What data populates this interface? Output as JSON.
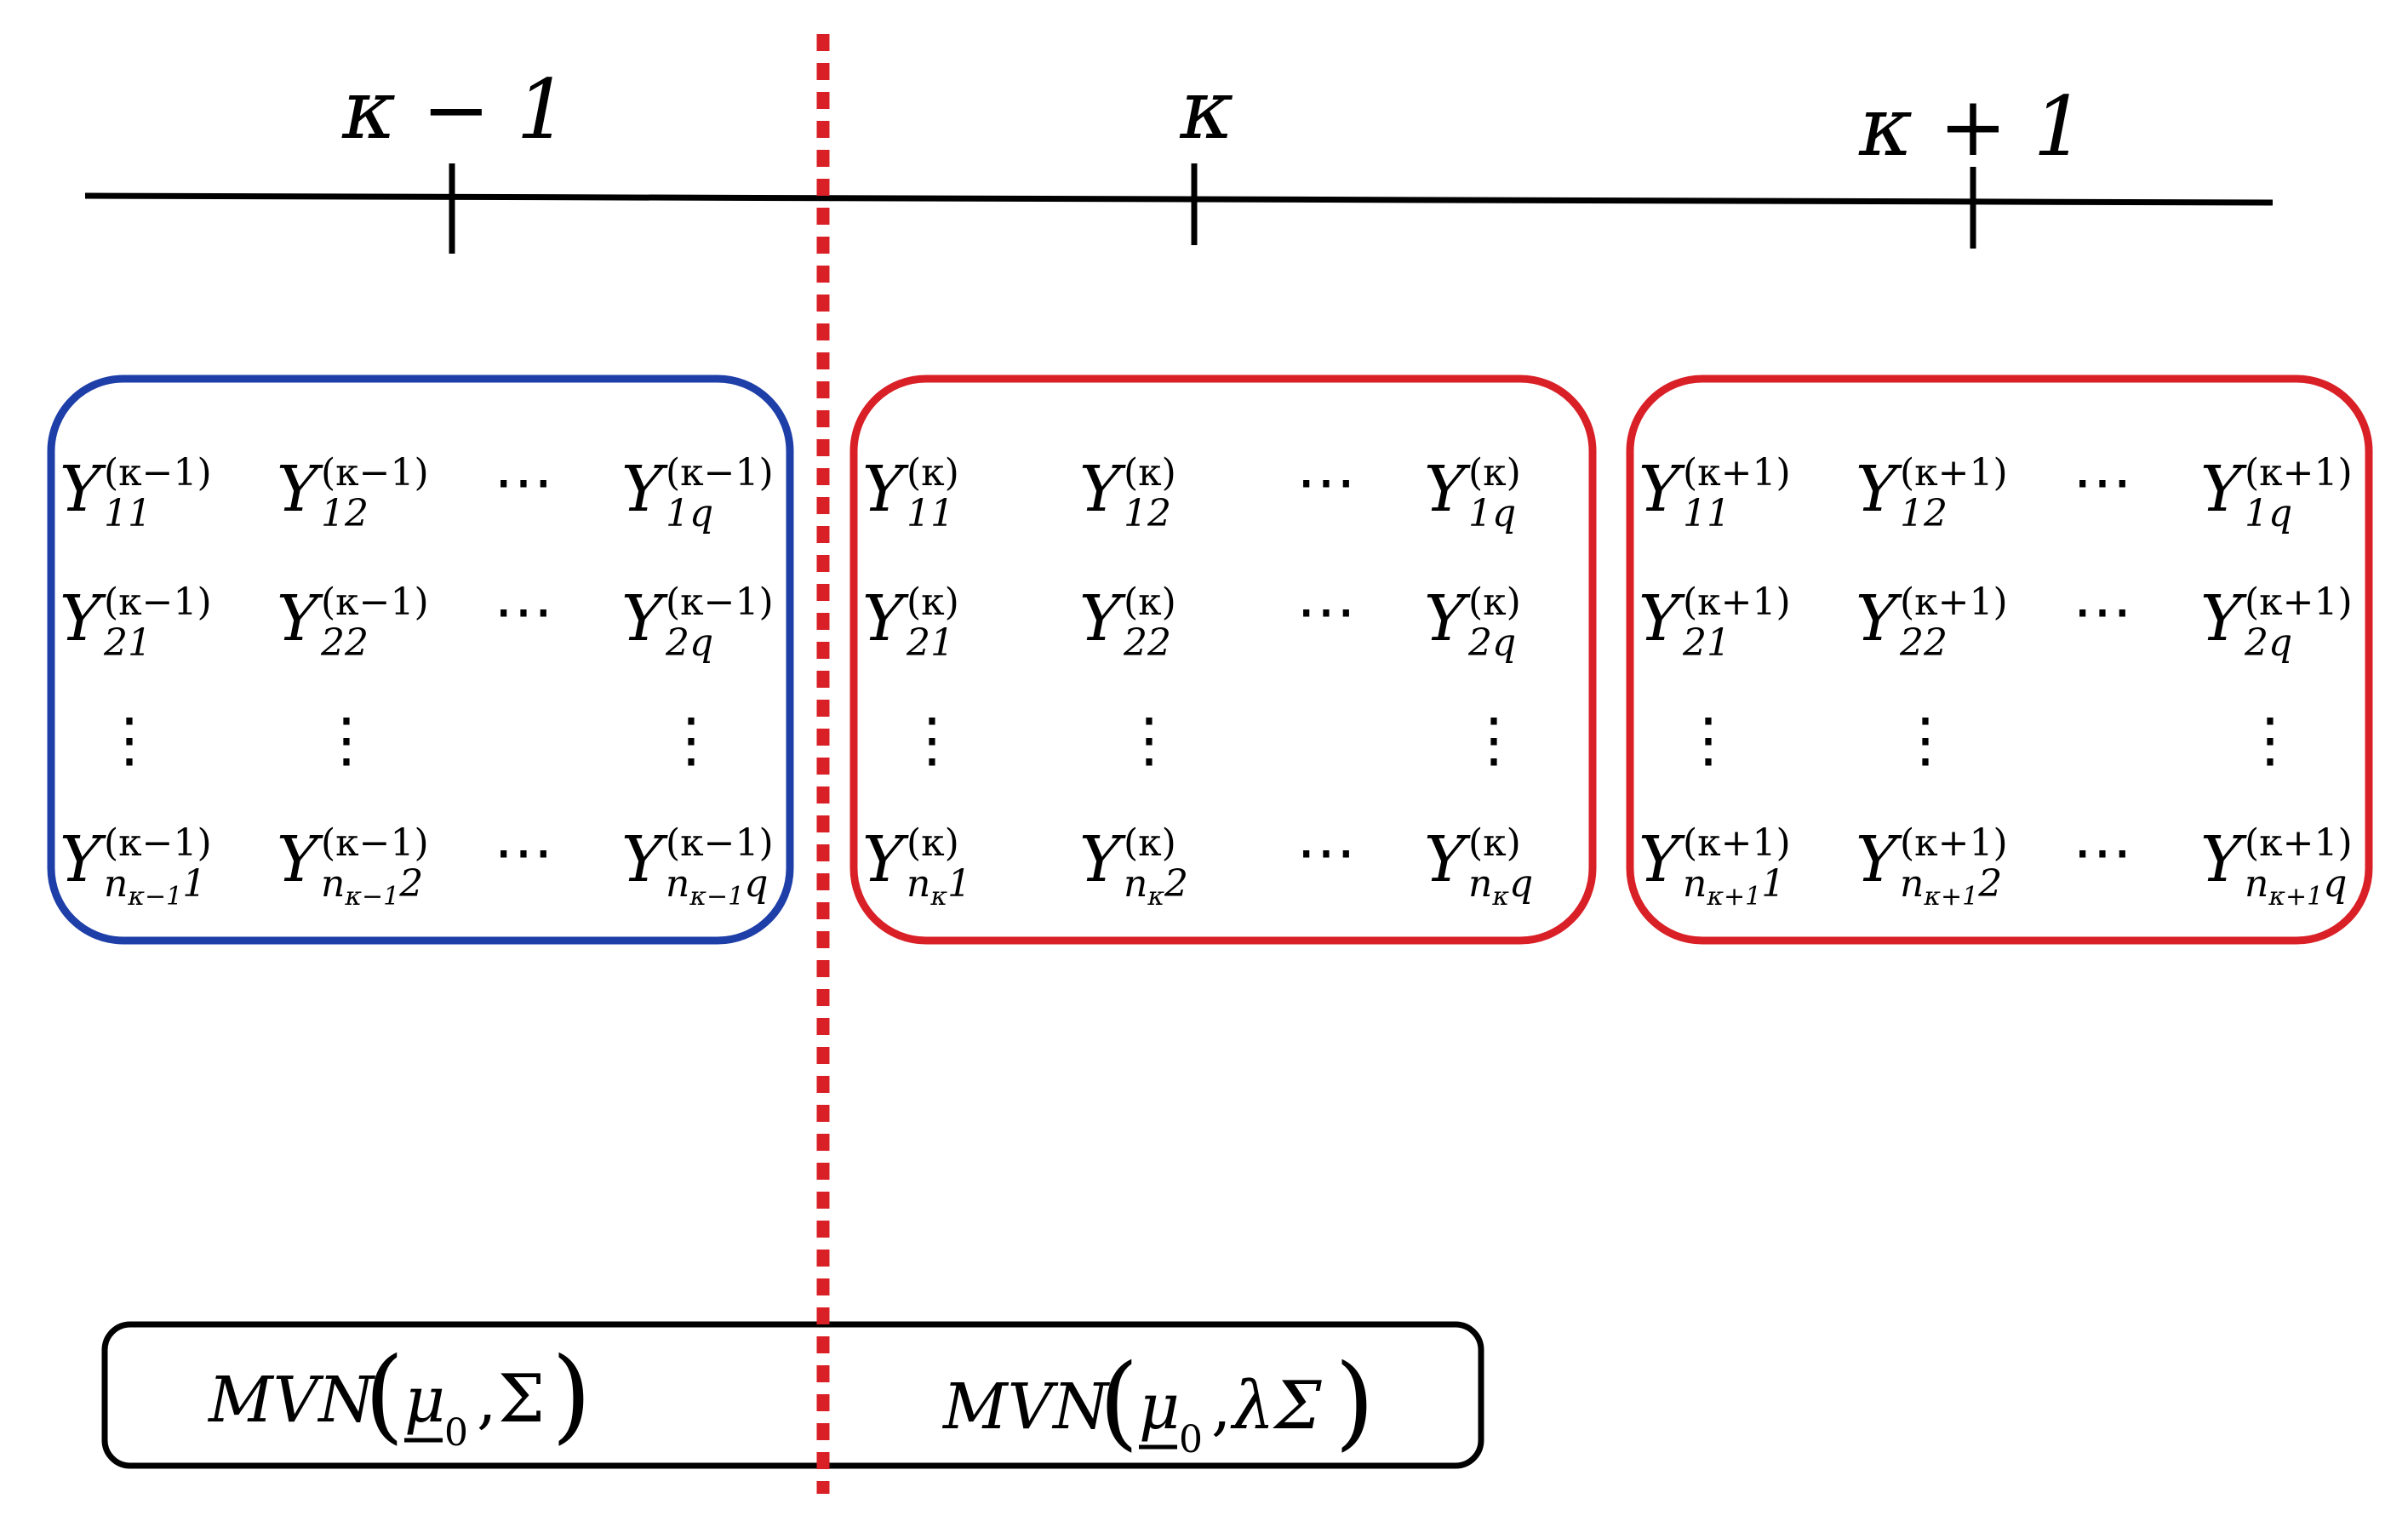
{
  "timeline": {
    "labels": [
      "κ − 1",
      "κ",
      "κ + 1"
    ]
  },
  "blocks": [
    {
      "color": "#1f3fa8",
      "superscript": "(κ−1)",
      "rows": [
        {
          "subscripts": [
            "11",
            "12",
            "1q"
          ]
        },
        {
          "subscripts": [
            "21",
            "22",
            "2q"
          ]
        },
        {
          "subscripts": [
            "n",
            "n",
            "n"
          ],
          "subscript_tail": [
            "κ−1",
            "κ−1",
            "κ−1"
          ],
          "subscript_end": [
            "1",
            "2",
            "q"
          ]
        }
      ],
      "vdots": "⋮",
      "hdots": "⋯"
    },
    {
      "color": "#d92027",
      "superscript": "(κ)",
      "rows": [
        {
          "subscripts": [
            "11",
            "12",
            "1q"
          ]
        },
        {
          "subscripts": [
            "21",
            "22",
            "2q"
          ]
        },
        {
          "subscripts": [
            "n",
            "n",
            "n"
          ],
          "subscript_tail": [
            "κ",
            "κ",
            "κ"
          ],
          "subscript_end": [
            "1",
            "2",
            "q"
          ]
        }
      ],
      "vdots": "⋮",
      "hdots": "⋯"
    },
    {
      "color": "#d92027",
      "superscript": "(κ+1)",
      "rows": [
        {
          "subscripts": [
            "11",
            "12",
            "1q"
          ]
        },
        {
          "subscripts": [
            "21",
            "22",
            "2q"
          ]
        },
        {
          "subscripts": [
            "n",
            "n",
            "n"
          ],
          "subscript_tail": [
            "κ+1",
            "κ+1",
            "κ+1"
          ],
          "subscript_end": [
            "1",
            "2",
            "q"
          ]
        }
      ],
      "vdots": "⋮",
      "hdots": "⋯"
    }
  ],
  "variable_symbol": "Y",
  "distributions": {
    "left": {
      "name": "MVN",
      "mean": "μ",
      "mean_sub": "0",
      "cov": "Σ",
      "sep": ","
    },
    "right": {
      "name": "MVN",
      "mean": "μ",
      "mean_sub": "0",
      "cov": "λΣ",
      "sep": ","
    }
  },
  "colors": {
    "change_line": "#d92027",
    "before_box": "#1f3fa8",
    "after_box": "#d92027",
    "axis": "#000000"
  }
}
